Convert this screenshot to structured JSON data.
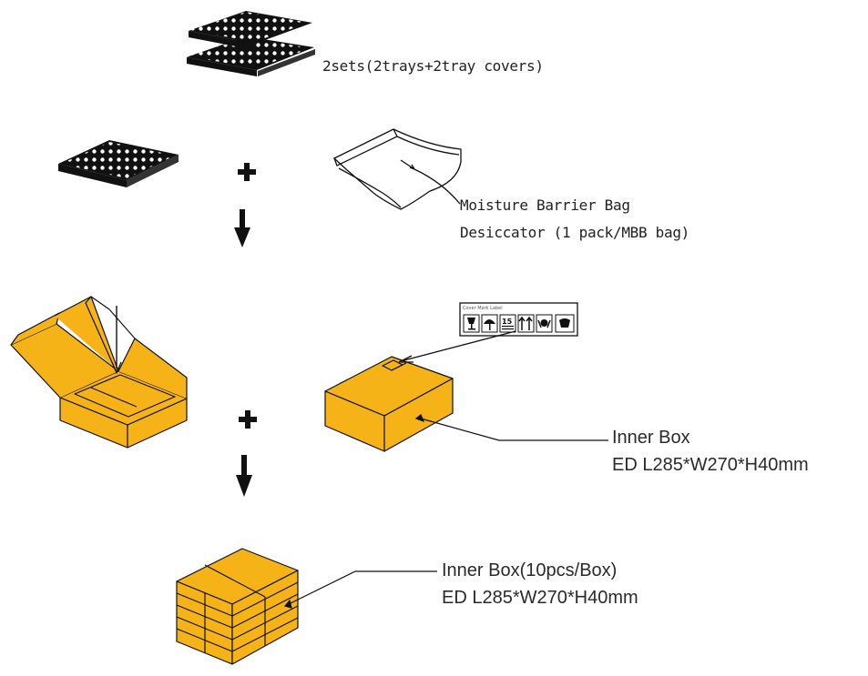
{
  "colors": {
    "box_fill": "#f5b317",
    "tray_fill": "#111111",
    "line": "#111111"
  },
  "labels": {
    "trays_sets": "2sets(2trays+2tray covers)",
    "mbb_line1": "Moisture Barrier Bag",
    "mbb_line2": "Desiccator (1 pack/MBB bag)",
    "inner_box_line1": "Inner Box",
    "inner_box_line2": "ED L285*W270*H40mm",
    "inner_box_pack_line1": "Inner Box(10pcs/Box)",
    "inner_box_pack_line2": "ED L285*W270*H40mm",
    "caution_label_title": "Cover Mark Label",
    "caution_label_number": "15"
  },
  "icons": [
    "plus-icon",
    "down-arrow-icon",
    "fragile-glass-icon",
    "umbrella-icon",
    "stack-limit-icon",
    "this-way-up-icon",
    "handle-with-care-icon"
  ]
}
